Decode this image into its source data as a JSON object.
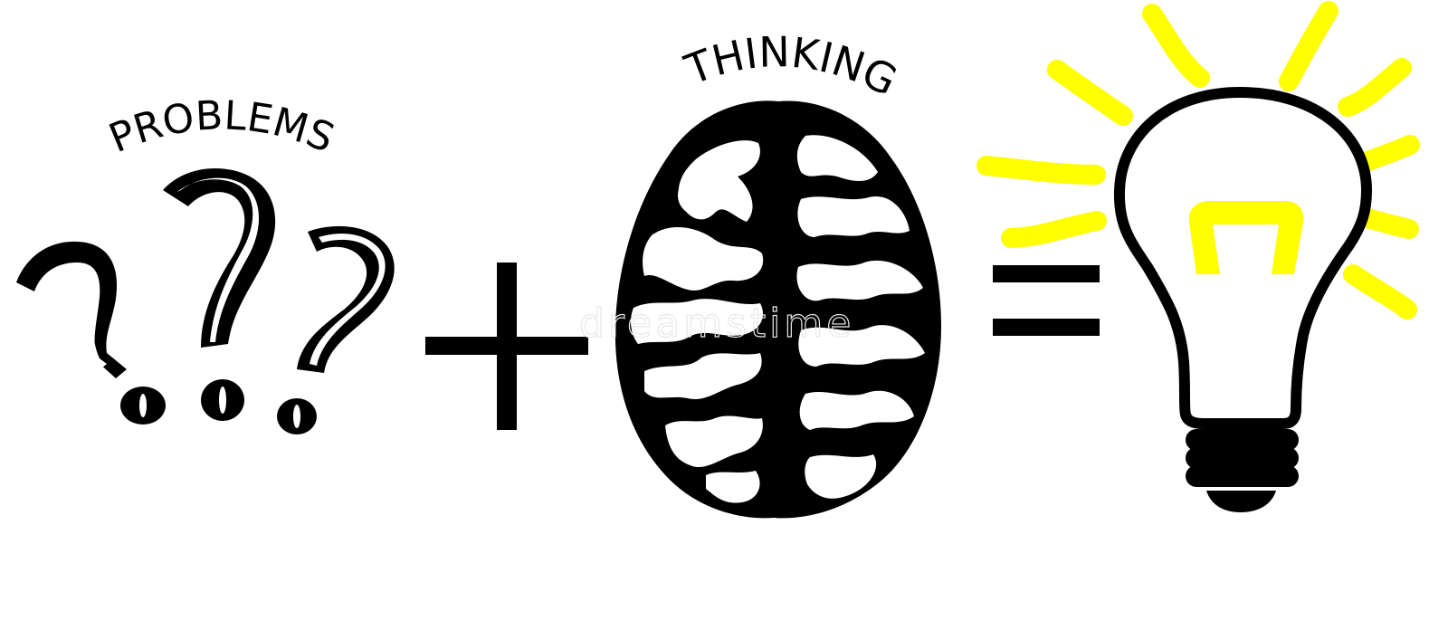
{
  "labels": {
    "problems": "PROBLEMS",
    "thinking": "THINKING"
  },
  "equation": {
    "operator_plus": "+",
    "operator_equals": "=",
    "terms": [
      "problems (question marks)",
      "thinking (brain)",
      "idea (light bulb)"
    ]
  },
  "watermark": "dreamstime",
  "colors": {
    "ink": "#000000",
    "background": "#ffffff",
    "light_rays": "#ffff00",
    "filament": "#ffff00",
    "watermark": "#e8e8e8"
  }
}
